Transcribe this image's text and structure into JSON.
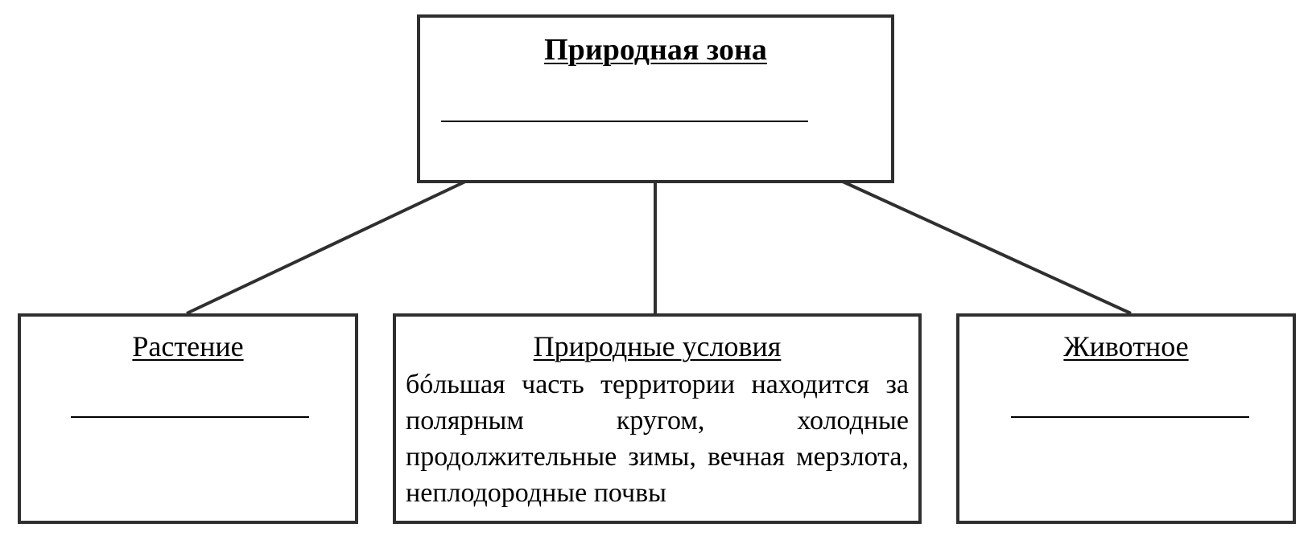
{
  "diagram": {
    "top_box": {
      "title": "Природная зона"
    },
    "plant_box": {
      "title": "Растение"
    },
    "conditions_box": {
      "title": "Природные условия",
      "description": "бóльшая часть территории находится за полярным кругом, холодные продолжительные зимы, вечная мерзлота, неплодородные почвы"
    },
    "animal_box": {
      "title": "Животное"
    }
  }
}
